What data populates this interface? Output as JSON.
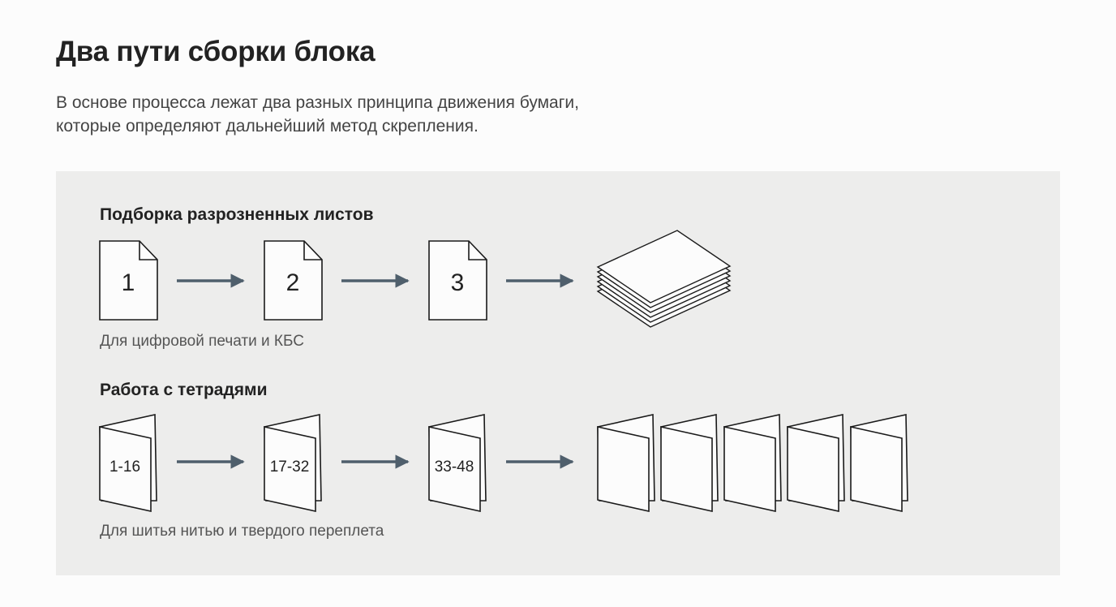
{
  "header": {
    "title": "Два пути сборки блока",
    "subtitle_line1": "В основе процесса лежат два разных принципа движения бумаги,",
    "subtitle_line2": "которые определяют дальнейший метод скрепления."
  },
  "rows": [
    {
      "title": "Подборка разрозненных листов",
      "caption": "Для цифровой печати и КБС",
      "items": [
        "1",
        "2",
        "3"
      ]
    },
    {
      "title": "Работа с тетрадями",
      "caption": "Для шитья нитью и твердого переплета",
      "items": [
        "1-16",
        "17-32",
        "33-48"
      ]
    }
  ],
  "colors": {
    "arrow": "#4f5f6c",
    "panel": "#ededec",
    "stroke": "#1a1a1a"
  }
}
